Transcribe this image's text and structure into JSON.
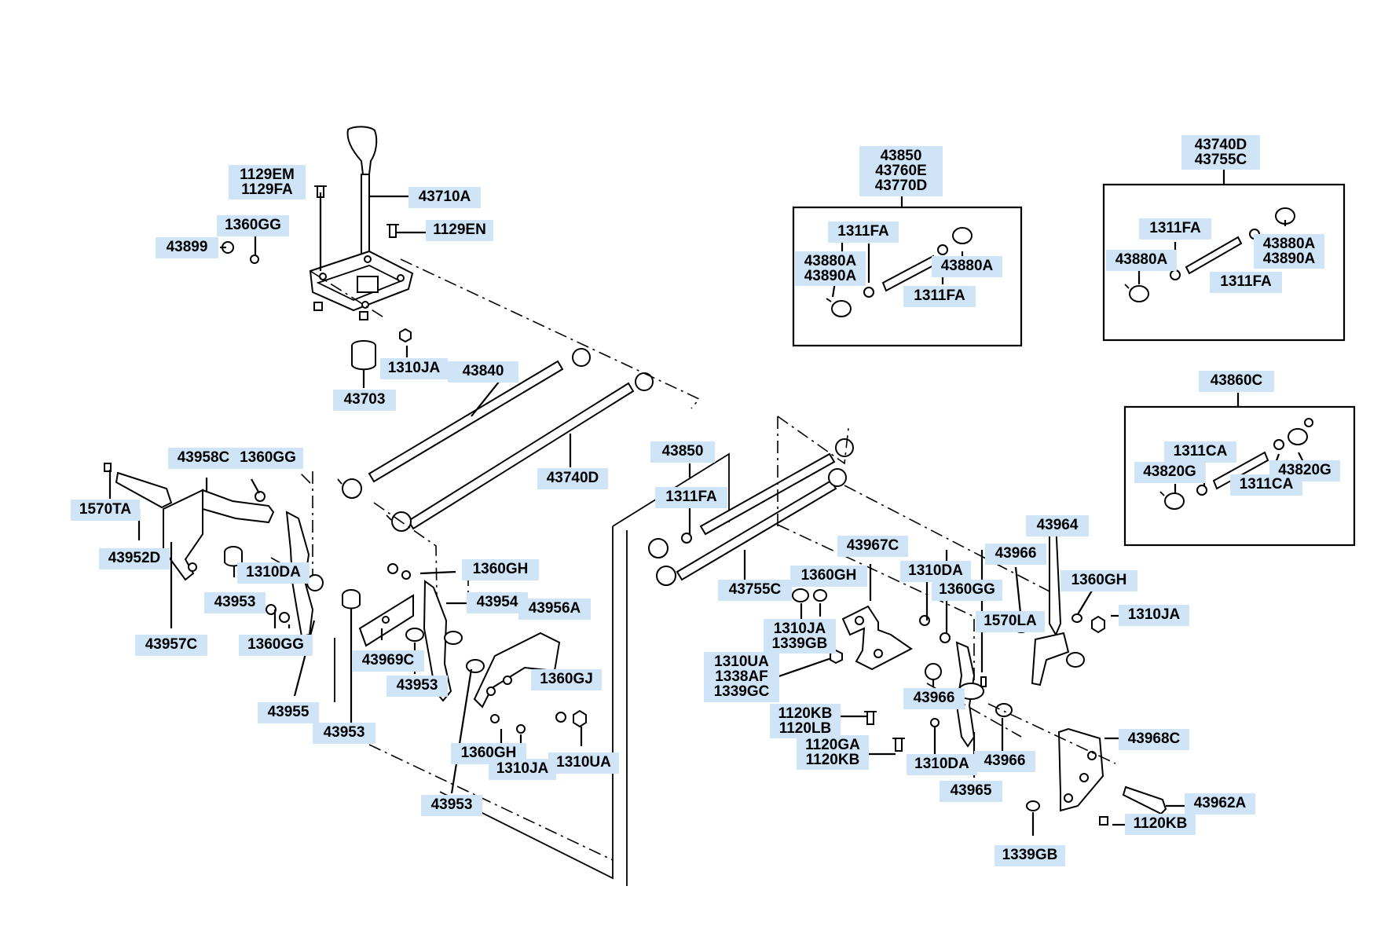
{
  "labels": [
    {
      "id": "l_1129em",
      "text": "1129EM\n1129FA"
    },
    {
      "id": "l_43710a",
      "text": "43710A"
    },
    {
      "id": "l_1360gg_a",
      "text": "1360GG"
    },
    {
      "id": "l_43899",
      "text": "43899"
    },
    {
      "id": "l_1129en",
      "text": "1129EN"
    },
    {
      "id": "l_1310ja_a",
      "text": "1310JA"
    },
    {
      "id": "l_43703",
      "text": "43703"
    },
    {
      "id": "l_43840",
      "text": "43840"
    },
    {
      "id": "l_43740d_a",
      "text": "43740D"
    },
    {
      "id": "l_43958c",
      "text": "43958C"
    },
    {
      "id": "l_1360gg_b",
      "text": "1360GG"
    },
    {
      "id": "l_1570ta",
      "text": "1570TA"
    },
    {
      "id": "l_43952d",
      "text": "43952D"
    },
    {
      "id": "l_1310da_a",
      "text": "1310DA"
    },
    {
      "id": "l_43953_a",
      "text": "43953"
    },
    {
      "id": "l_43957c",
      "text": "43957C"
    },
    {
      "id": "l_1360gg_c",
      "text": "1360GG"
    },
    {
      "id": "l_43955",
      "text": "43955"
    },
    {
      "id": "l_43953_b",
      "text": "43953"
    },
    {
      "id": "l_1360gh_a",
      "text": "1360GH"
    },
    {
      "id": "l_43954",
      "text": "43954"
    },
    {
      "id": "l_43956a",
      "text": "43956A"
    },
    {
      "id": "l_43969c",
      "text": "43969C"
    },
    {
      "id": "l_43953_c",
      "text": "43953"
    },
    {
      "id": "l_1360gj",
      "text": "1360GJ"
    },
    {
      "id": "l_1360gh_b",
      "text": "1360GH"
    },
    {
      "id": "l_1310ja_b",
      "text": "1310JA"
    },
    {
      "id": "l_1310ua_a",
      "text": "1310UA"
    },
    {
      "id": "l_43953_d",
      "text": "43953"
    },
    {
      "id": "l_box1_head",
      "text": "43850\n43760E\n43770D"
    },
    {
      "id": "l_box1_1311fa_a",
      "text": "1311FA"
    },
    {
      "id": "l_box1_43880a_a",
      "text": "43880A\n43890A"
    },
    {
      "id": "l_box1_43880a_b",
      "text": "43880A"
    },
    {
      "id": "l_box1_1311fa_b",
      "text": "1311FA"
    },
    {
      "id": "l_box2_head",
      "text": "43740D\n43755C"
    },
    {
      "id": "l_box2_1311fa_a",
      "text": "1311FA"
    },
    {
      "id": "l_box2_43880a_a",
      "text": "43880A"
    },
    {
      "id": "l_box2_43880a_b",
      "text": "43880A\n43890A"
    },
    {
      "id": "l_box2_1311fa_b",
      "text": "1311FA"
    },
    {
      "id": "l_box3_head",
      "text": "43860C"
    },
    {
      "id": "l_box3_1311ca_a",
      "text": "1311CA"
    },
    {
      "id": "l_box3_43820g_a",
      "text": "43820G"
    },
    {
      "id": "l_box3_43820g_b",
      "text": "43820G"
    },
    {
      "id": "l_box3_1311ca_b",
      "text": "1311CA"
    },
    {
      "id": "l_43850",
      "text": "43850"
    },
    {
      "id": "l_1311fa",
      "text": "1311FA"
    },
    {
      "id": "l_43755c",
      "text": "43755C"
    },
    {
      "id": "l_43967c",
      "text": "43967C"
    },
    {
      "id": "l_1360gh_c",
      "text": "1360GH"
    },
    {
      "id": "l_1310ja_c",
      "text": "1310JA\n1339GB"
    },
    {
      "id": "l_1310da_b",
      "text": "1310DA"
    },
    {
      "id": "l_1360gg_d",
      "text": "1360GG"
    },
    {
      "id": "l_43966_a",
      "text": "43966"
    },
    {
      "id": "l_43964",
      "text": "43964"
    },
    {
      "id": "l_1360gh_d",
      "text": "1360GH"
    },
    {
      "id": "l_1310ja_d",
      "text": "1310JA"
    },
    {
      "id": "l_1570la",
      "text": "1570LA"
    },
    {
      "id": "l_1310ua_b",
      "text": "1310UA\n1338AF\n1339GC"
    },
    {
      "id": "l_43966_b",
      "text": "43966"
    },
    {
      "id": "l_1120kb_a",
      "text": "1120KB\n1120LB"
    },
    {
      "id": "l_1120ga",
      "text": "1120GA\n1120KB"
    },
    {
      "id": "l_1310da_c",
      "text": "1310DA"
    },
    {
      "id": "l_43966_c",
      "text": "43966"
    },
    {
      "id": "l_43965",
      "text": "43965"
    },
    {
      "id": "l_43968c",
      "text": "43968C"
    },
    {
      "id": "l_43962a",
      "text": "43962A"
    },
    {
      "id": "l_1120kb_b",
      "text": "1120KB"
    },
    {
      "id": "l_1339gb",
      "text": "1339GB"
    }
  ]
}
